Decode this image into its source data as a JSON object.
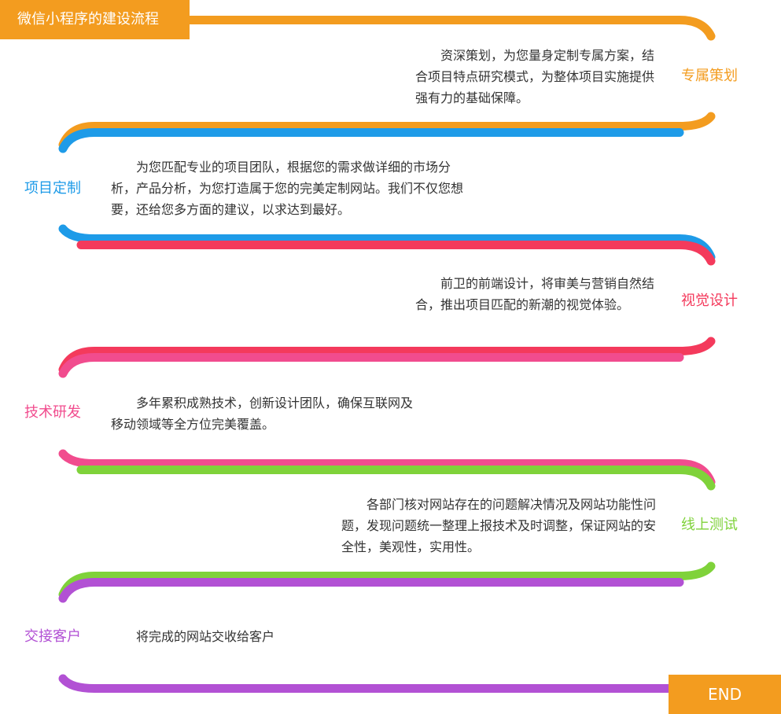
{
  "title": "微信小程序的建设流程",
  "end_label": "END",
  "steps": [
    {
      "label": "专属策划",
      "color": "#f39c1f",
      "desc": "资深策划，为您量身定制专属方案，结合项目特点研究模式，为整体项目实施提供强有力的基础保障。"
    },
    {
      "label": "项目定制",
      "color": "#1e9be8",
      "desc": "为您匹配专业的项目团队，根据您的需求做详细的市场分析，产品分析，为您打造属于您的完美定制网站。我们不仅您想要，还给您多方面的建议，以求达到最好。"
    },
    {
      "label": "视觉设计",
      "color": "#f43a5c",
      "desc": "前卫的前端设计，将审美与营销自然结合，推出项目匹配的新潮的视觉体验。"
    },
    {
      "label": "技术研发",
      "color": "#f14c8e",
      "desc": "多年累积成熟技术，创新设计团队，确保互联网及移动领域等全方位完美覆盖。"
    },
    {
      "label": "线上测试",
      "color": "#7fd23a",
      "desc": "各部门核对网站存在的问题解决情况及网站功能性问题，发现问题统一整理上报技术及时调整，保证网站的安全性，美观性，实用性。"
    },
    {
      "label": "交接客户",
      "color": "#b251d4",
      "desc": "将完成的网站交收给客户"
    }
  ]
}
